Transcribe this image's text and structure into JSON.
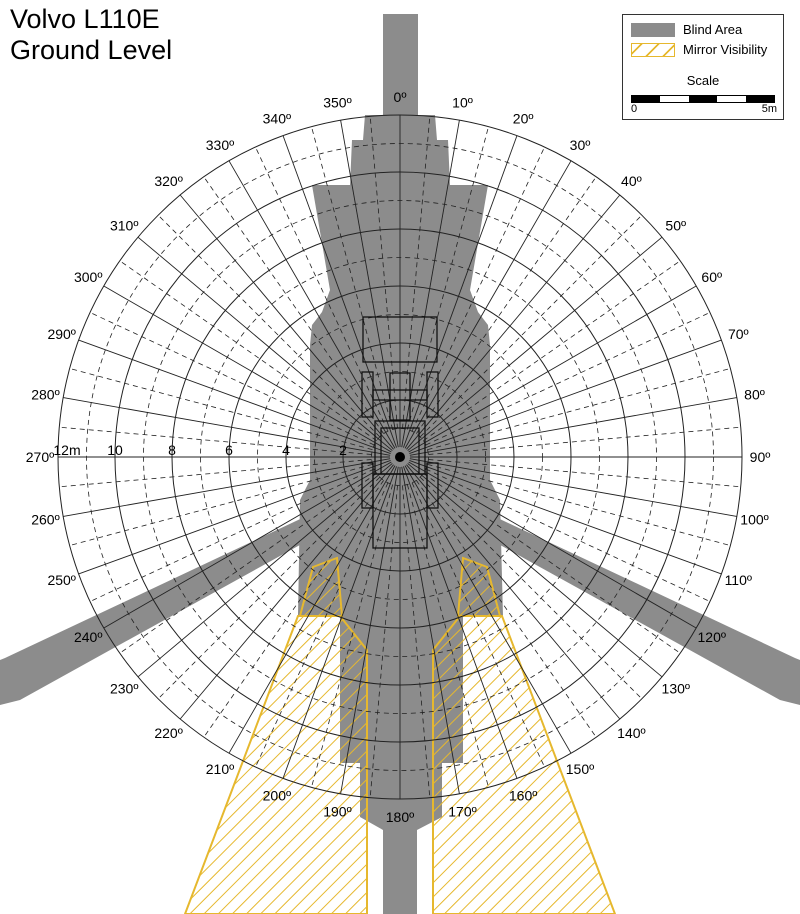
{
  "title": {
    "line1": "Volvo L110E",
    "line2": "Ground Level"
  },
  "legend": {
    "blind_area": "Blind Area",
    "mirror_visibility": "Mirror Visibility",
    "scale_title": "Scale",
    "scale_start": "0",
    "scale_end": "5m"
  },
  "colors": {
    "blind": "#8c8c8c",
    "mirror": "#e6b82e",
    "grid": "#222222"
  },
  "ring_labels": [
    "12m",
    "10",
    "8",
    "6",
    "4",
    "2"
  ],
  "ring_label_values": [
    12,
    10,
    8,
    6,
    4,
    2
  ],
  "max_radius_m": 12,
  "angle_labels": [
    "0º",
    "10º",
    "20º",
    "30º",
    "40º",
    "50º",
    "60º",
    "70º",
    "80º",
    "90º",
    "100º",
    "110º",
    "120º",
    "130º",
    "140º",
    "150º",
    "160º",
    "170º",
    "180º",
    "190º",
    "200º",
    "210º",
    "220º",
    "230º",
    "240º",
    "250º",
    "260º",
    "270º",
    "280º",
    "290º",
    "300º",
    "310º",
    "320º",
    "330º",
    "340º",
    "350º"
  ]
}
